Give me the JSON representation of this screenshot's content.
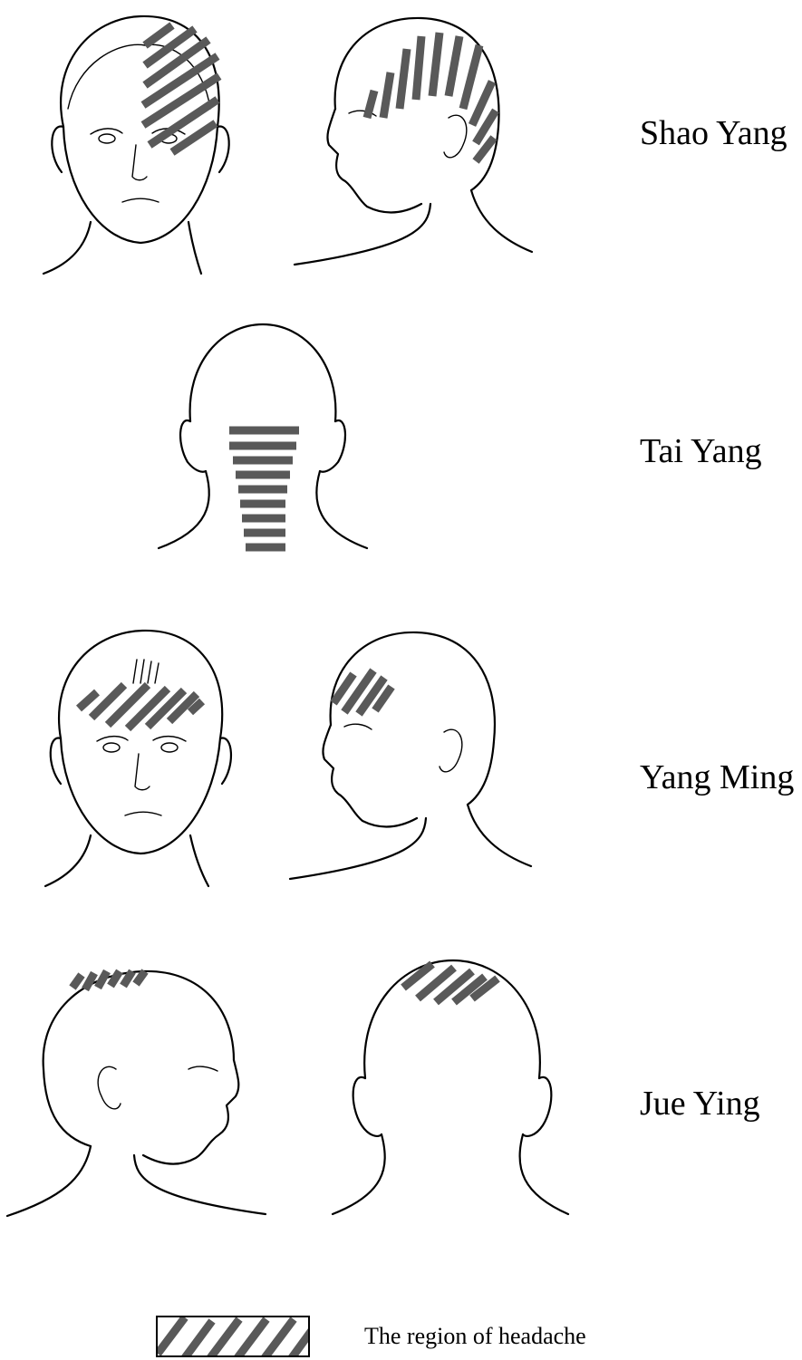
{
  "rows": [
    {
      "label": "Shao Yang"
    },
    {
      "label": "Tai Yang"
    },
    {
      "label": "Yang Ming"
    },
    {
      "label": "Jue Ying"
    }
  ],
  "legend": {
    "text": "The region of headache"
  },
  "colors": {
    "hatch": "#595959",
    "line": "#000000"
  }
}
